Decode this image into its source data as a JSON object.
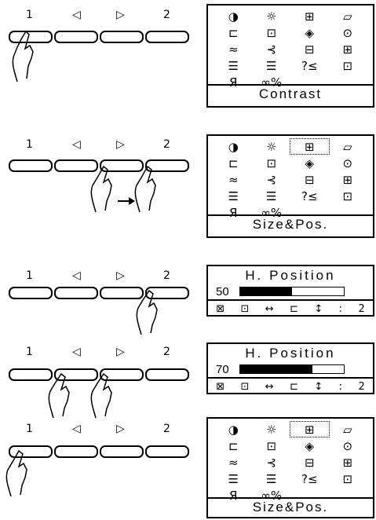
{
  "key_labels": {
    "menu1": "1",
    "left": "◁",
    "right": "▷",
    "menu2": "2"
  },
  "osd_menu_icons": [
    "◑",
    "☼",
    "⊞",
    "▱",
    "⊏",
    "⊡",
    "◈",
    "⊙",
    "≈",
    "⊰",
    "⊟",
    "⊞",
    "☰",
    "☰",
    "?≤",
    "⊡",
    "Я",
    "∞%"
  ],
  "steps": [
    {
      "caption": "Contrast"
    },
    {
      "caption": "Size&Pos."
    },
    {
      "title": "H. Position",
      "value": "50",
      "level": 0.5,
      "sub_icons": [
        "⊠",
        "⊡",
        "↔",
        "⊏",
        "↕",
        ":",
        "2"
      ]
    },
    {
      "title": "H. Position",
      "value": "70",
      "level": 0.7,
      "sub_icons": [
        "⊠",
        "⊡",
        "↔",
        "⊏",
        "↕",
        ":",
        "2"
      ]
    },
    {
      "caption": "Size&Pos."
    }
  ]
}
